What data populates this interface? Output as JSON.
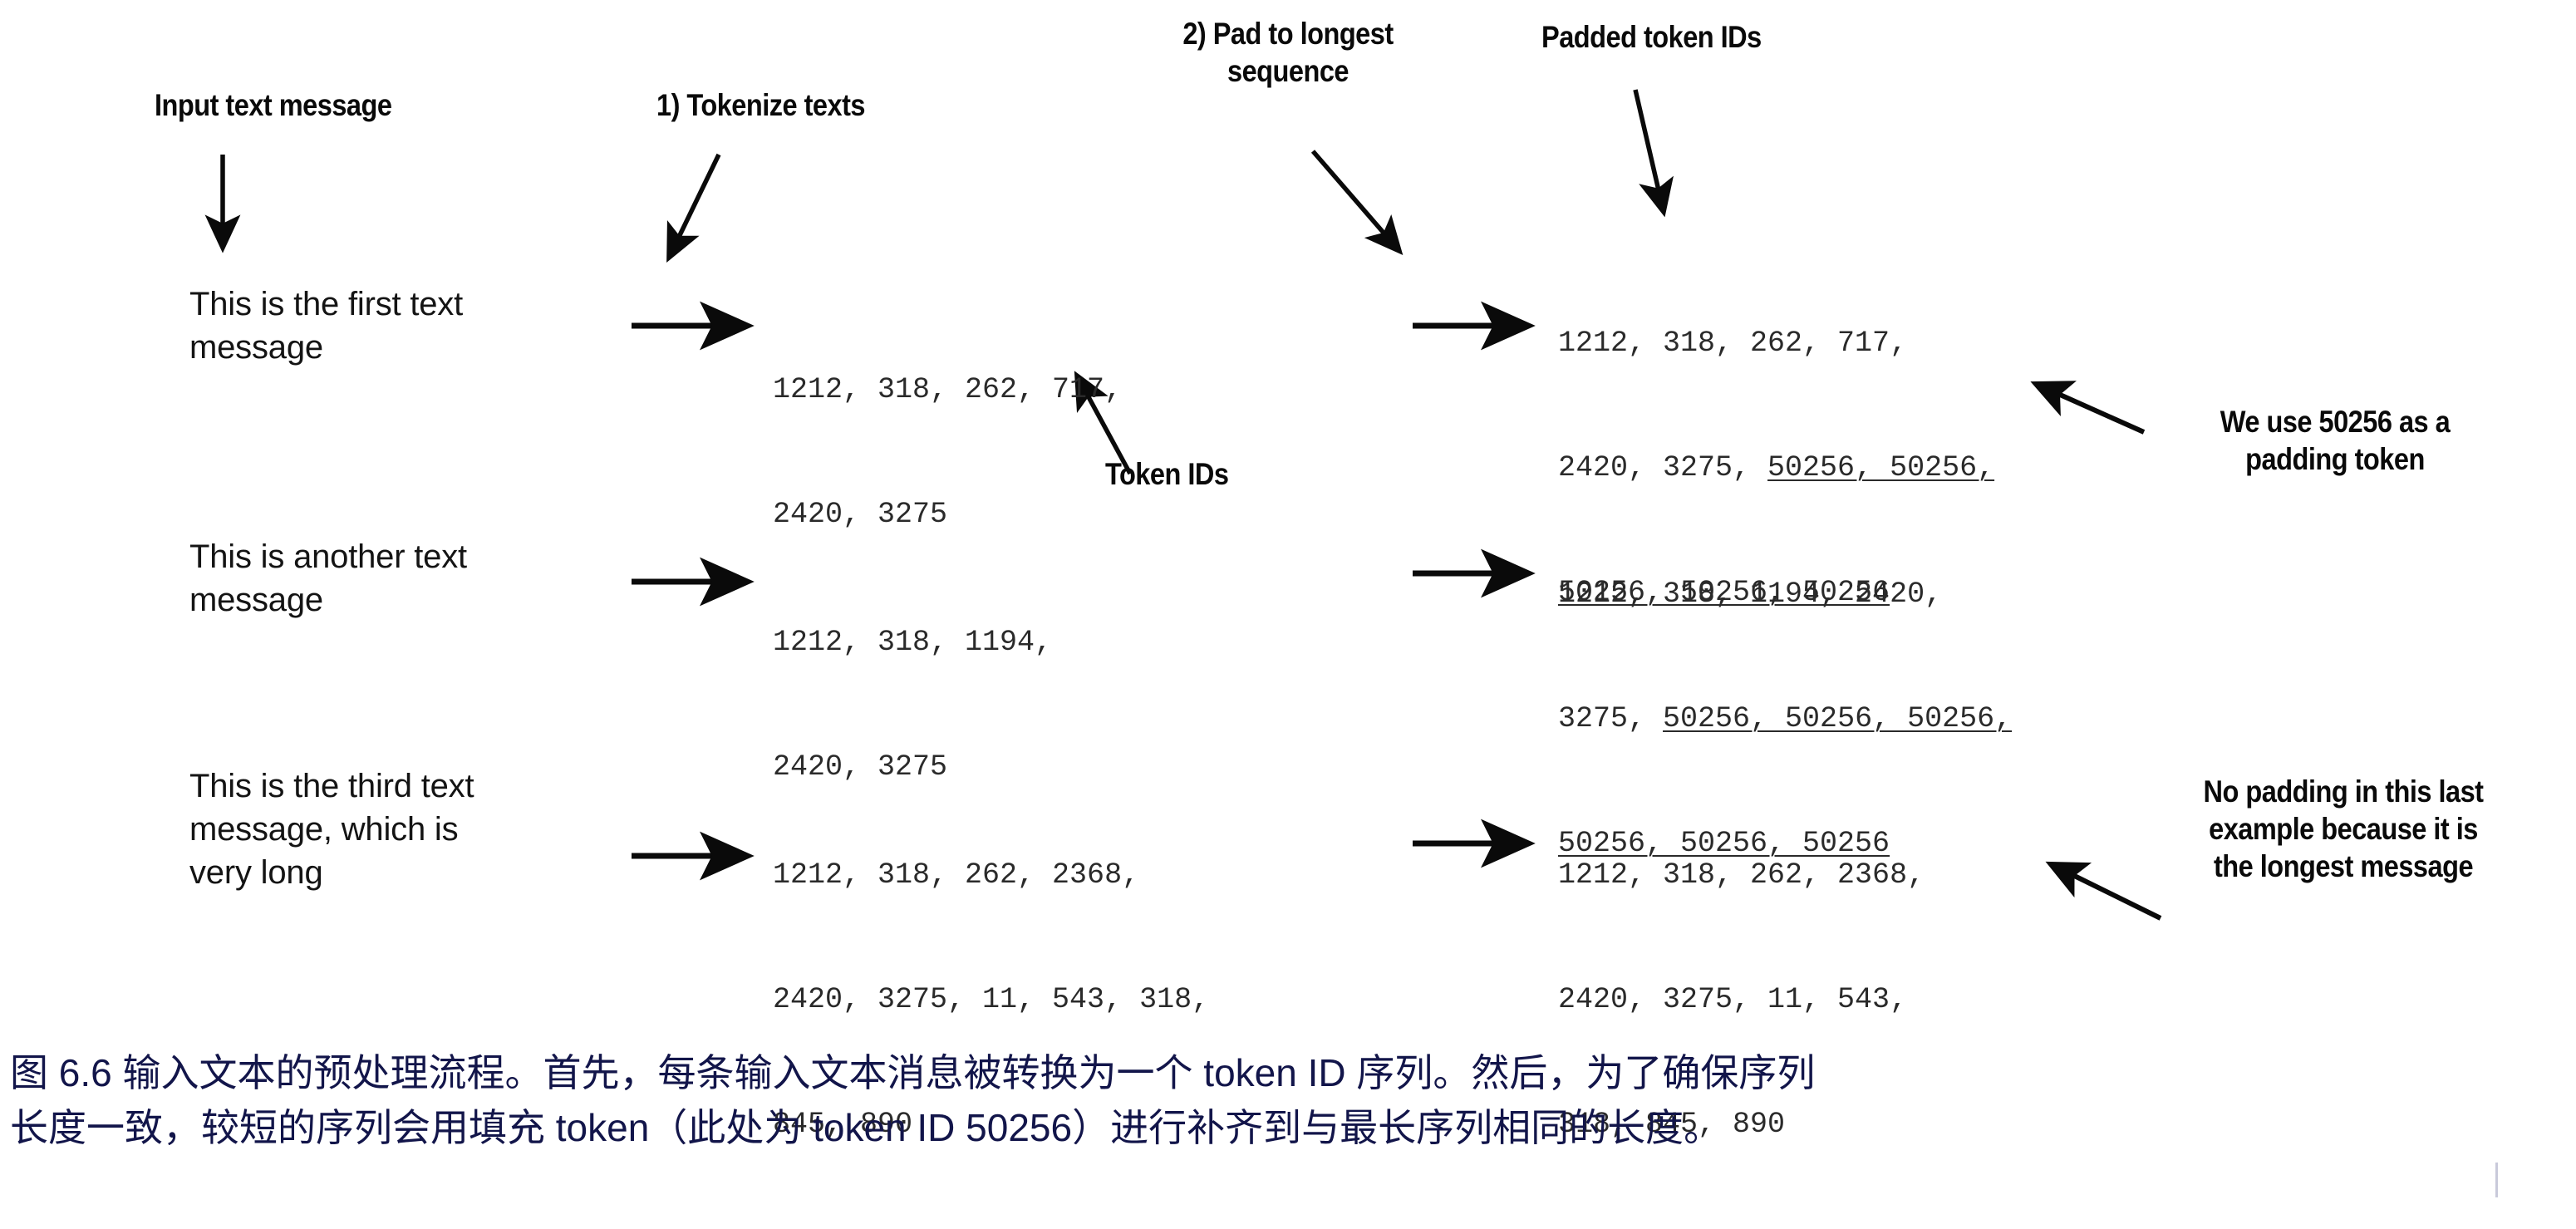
{
  "figure": {
    "title_labels": {
      "input_text_message": "Input text message",
      "tokenize_texts": "1) Tokenize texts",
      "pad_to_longest": "2) Pad to longest\nsequence",
      "padded_token_ids": "Padded token IDs",
      "token_ids": "Token IDs"
    },
    "annotations": {
      "padding_note": "We use 50256 as a\npadding token",
      "no_padding_note": "No padding in this last\nexample because it is\nthe longest message"
    },
    "pad_token_id": "50256",
    "rows": [
      {
        "message": "This is the first text\nmessage",
        "token_ids_lines": [
          {
            "plain": "1212, 318, 262, 717,"
          },
          {
            "plain": "2420, 3275"
          }
        ],
        "padded_lines": [
          {
            "plain": "1212, 318, 262, 717,",
            "padded": ""
          },
          {
            "plain": "2420, 3275, ",
            "padded": "50256, 50256,"
          },
          {
            "plain": "",
            "padded": "50256, 50256, 50256"
          }
        ]
      },
      {
        "message": "This is another text\nmessage",
        "token_ids_lines": [
          {
            "plain": "1212, 318, 1194,"
          },
          {
            "plain": "2420, 3275"
          }
        ],
        "padded_lines": [
          {
            "plain": "1212, 318, 1194, 2420,",
            "padded": ""
          },
          {
            "plain": "3275, ",
            "padded": "50256, 50256, 50256,"
          },
          {
            "plain": "",
            "padded": "50256, 50256, 50256"
          }
        ]
      },
      {
        "message": "This is the third text\nmessage, which is\nvery long",
        "token_ids_lines": [
          {
            "plain": "1212, 318, 262, 2368,"
          },
          {
            "plain": "2420, 3275, 11, 543, 318,"
          },
          {
            "plain": "845, 890"
          }
        ],
        "padded_lines": [
          {
            "plain": "1212, 318, 262, 2368,",
            "padded": ""
          },
          {
            "plain": "2420, 3275, 11, 543,",
            "padded": ""
          },
          {
            "plain": "318, 845, 890",
            "padded": ""
          }
        ]
      }
    ],
    "colors": {
      "ink": "#111111",
      "token_text": "#2a2a2a",
      "caption": "#12154a",
      "background": "#ffffff"
    }
  },
  "caption": {
    "line1": "图 6.6 输入文本的预处理流程。首先，每条输入文本消息被转换为一个 token ID 序列。然后，为了确保序列",
    "line2": "长度一致，较短的序列会用填充 token（此处为 token ID 50256）进行补齐到与最长序列相同的长度。"
  }
}
